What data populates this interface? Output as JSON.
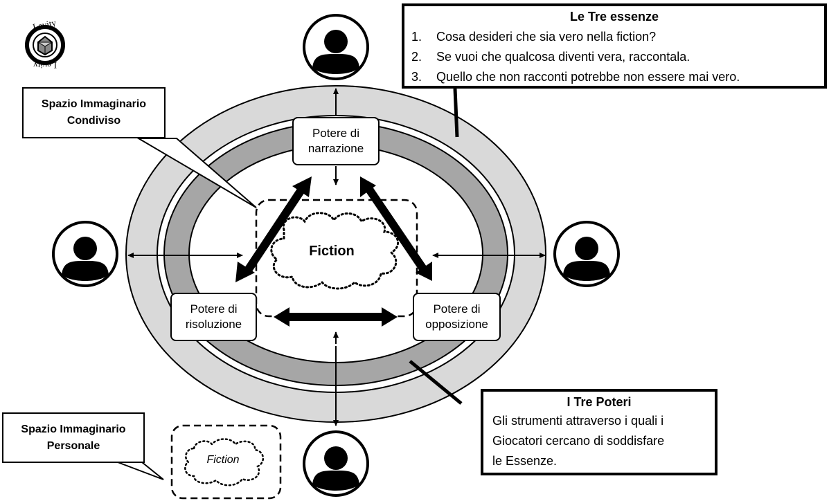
{
  "logo": {
    "text_top": "Levity",
    "text_bottom": "Levity"
  },
  "legend_essenze": {
    "title": "Le Tre essenze",
    "items": [
      {
        "num": "1.",
        "text": "Cosa desideri che sia vero nella fiction?"
      },
      {
        "num": "2.",
        "text": "Se vuoi che qualcosa diventi vera, raccontala."
      },
      {
        "num": "3.",
        "text": "Quello che non racconti potrebbe non essere mai vero."
      }
    ]
  },
  "legend_poteri": {
    "title": "I Tre Poteri",
    "lines": [
      "Gli strumenti attraverso i quali i",
      "Giocatori cercano di soddisfare",
      "le Essenze."
    ]
  },
  "callout_condiviso": {
    "line1": "Spazio Immaginario",
    "line2": "Condiviso"
  },
  "callout_personale": {
    "line1": "Spazio Immaginario",
    "line2": "Personale"
  },
  "powers": {
    "narrazione": {
      "line1": "Potere di",
      "line2": "narrazione"
    },
    "risoluzione": {
      "line1": "Potere di",
      "line2": "risoluzione"
    },
    "opposizione": {
      "line1": "Potere di",
      "line2": "opposizione"
    }
  },
  "fiction_main": "Fiction",
  "fiction_small": "Fiction",
  "players": [
    "player-top",
    "player-left",
    "player-right",
    "player-bottom"
  ]
}
